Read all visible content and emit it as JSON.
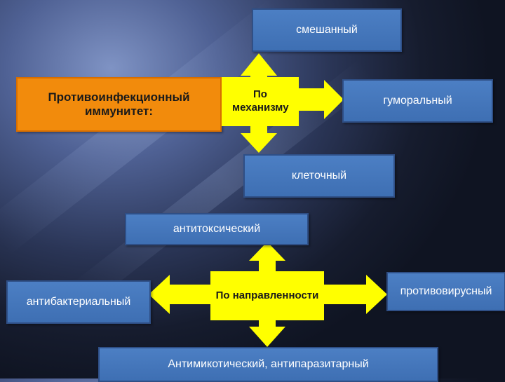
{
  "title": "Противоинфекционный иммунитет:",
  "mechanism": {
    "center": "По механизму",
    "top": "смешанный",
    "right": "гуморальный",
    "bottom": "клеточный"
  },
  "direction": {
    "center": "По направленности",
    "top": "антитоксический",
    "left": "антибактериальный",
    "right": "противовирусный",
    "bottom": "Антимикотический, антипаразитарный"
  },
  "colors": {
    "arrow": "#ffff00",
    "box": "#4a7ebf",
    "title_box": "#f28b0c"
  }
}
